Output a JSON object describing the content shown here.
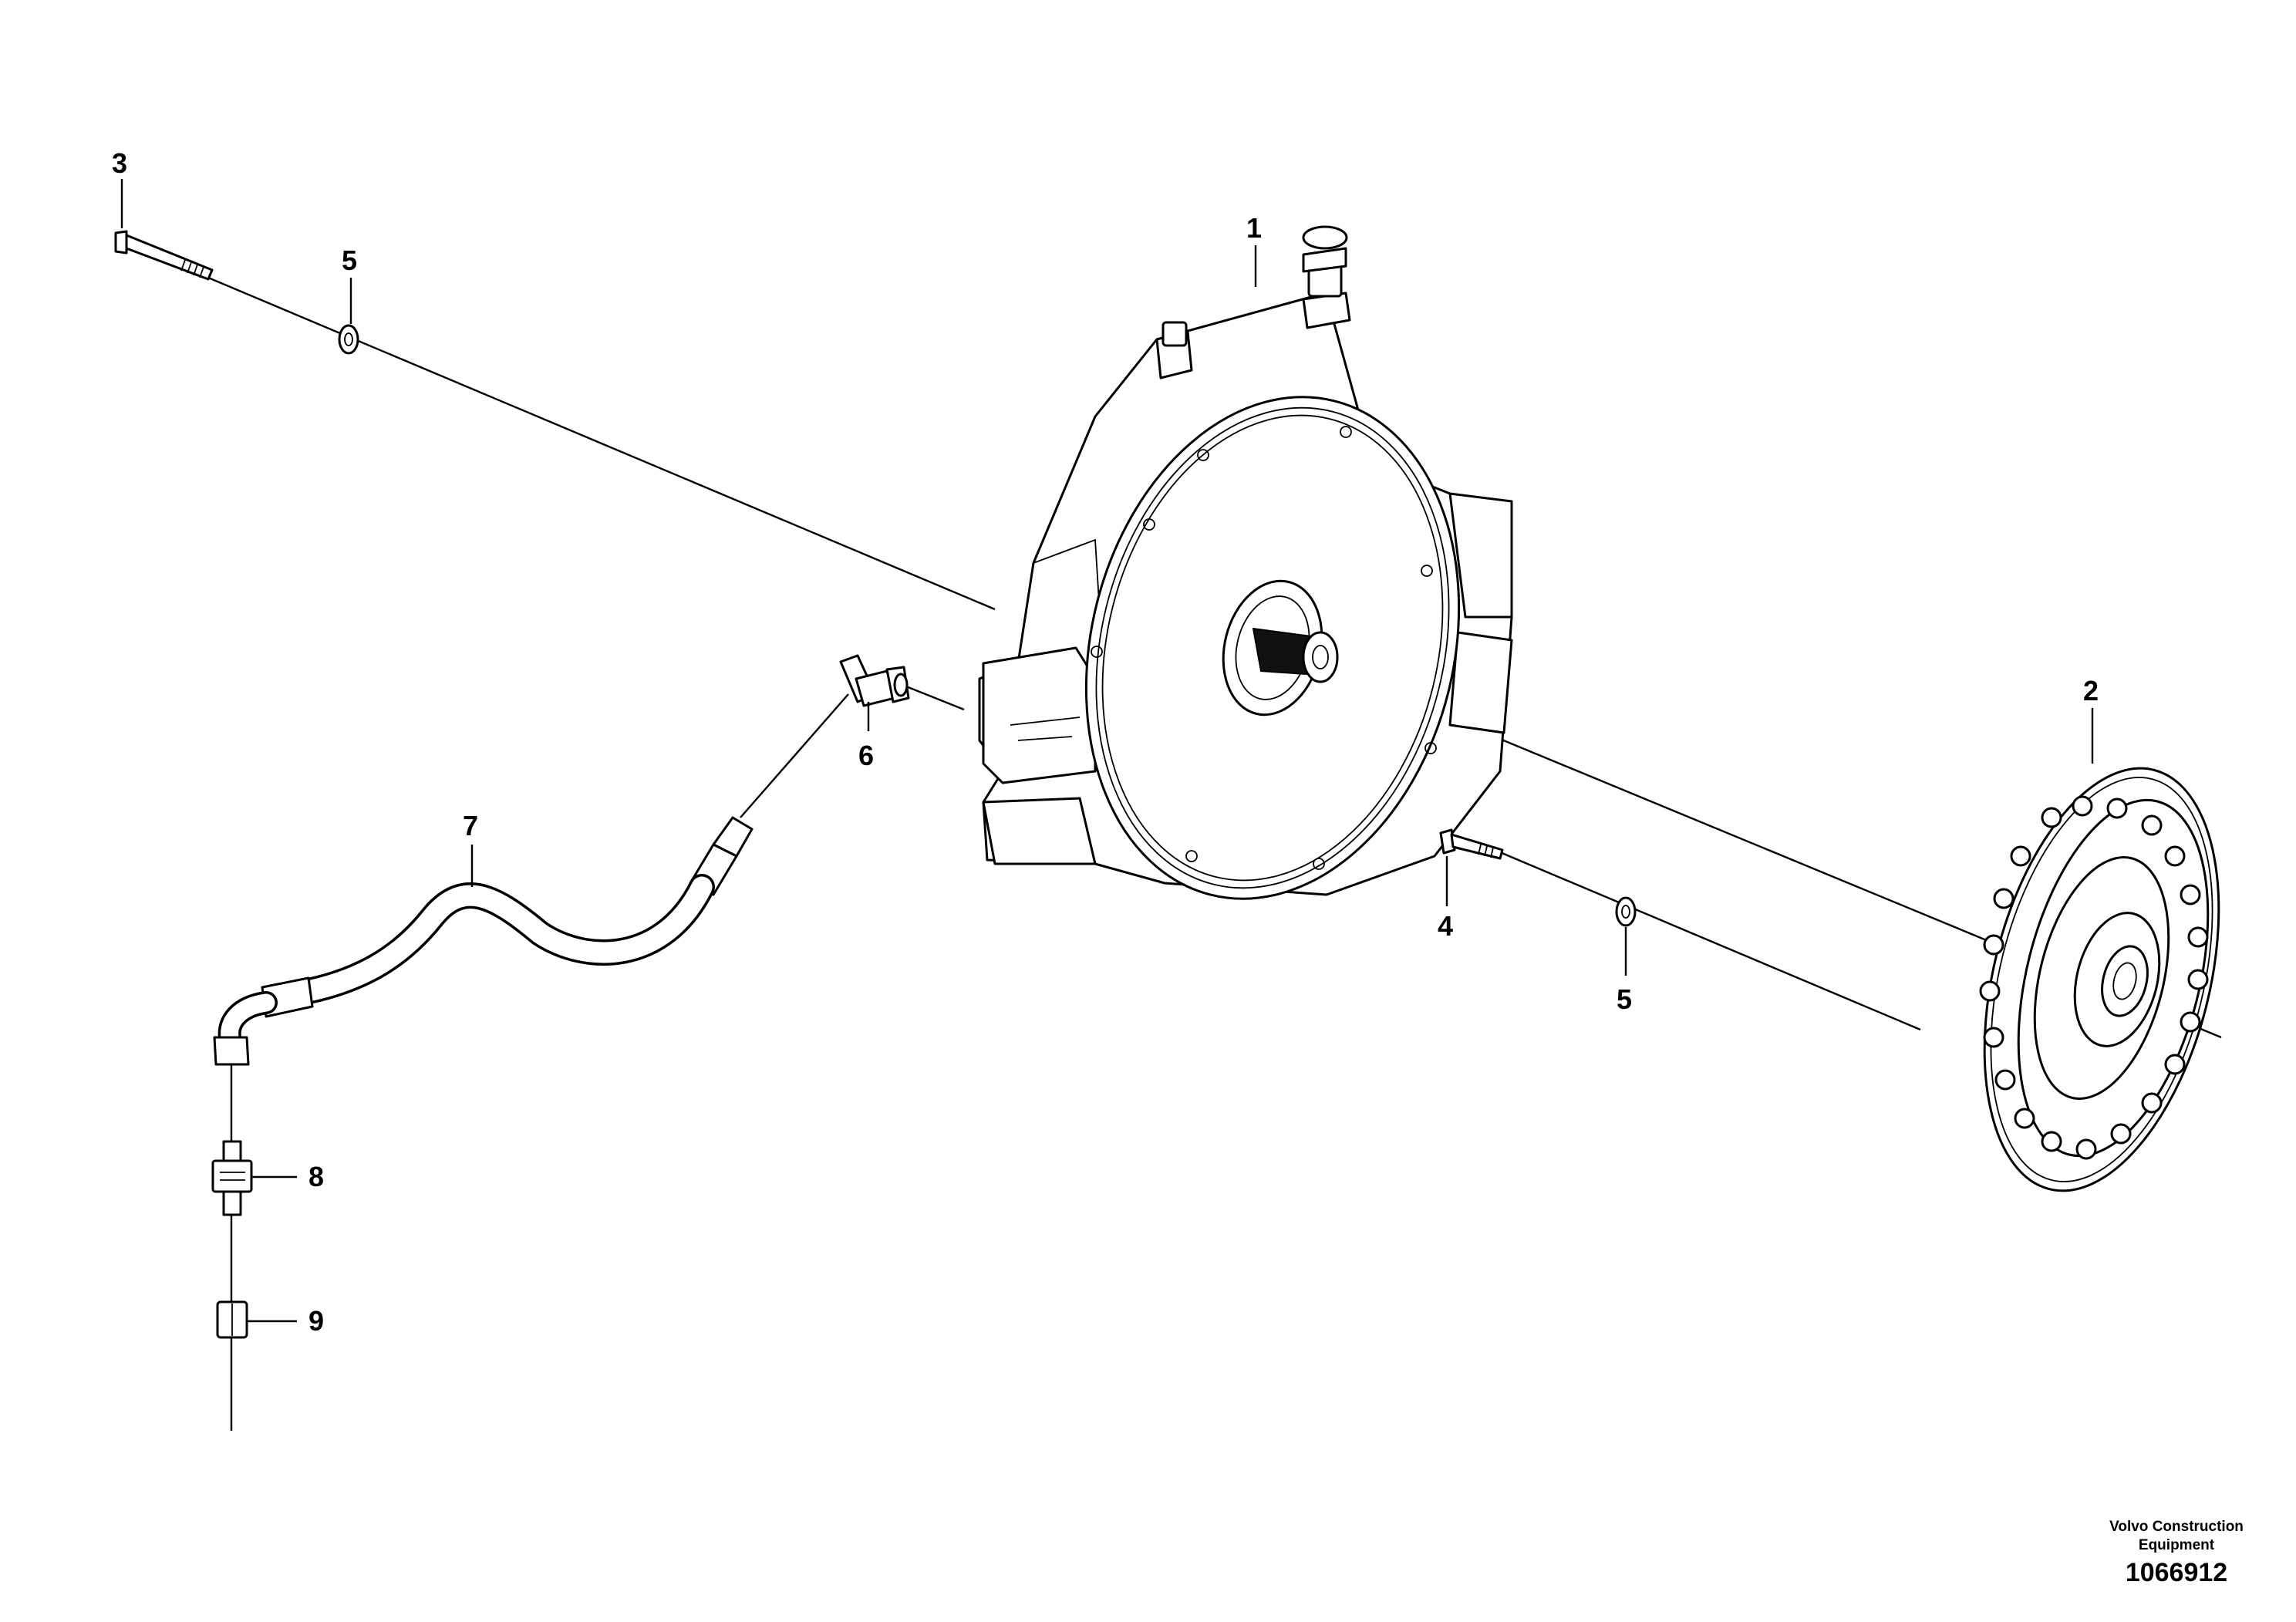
{
  "callouts": {
    "p1": "1",
    "p2": "2",
    "p3": "3",
    "p4": "4",
    "p5a": "5",
    "p5b": "5",
    "p6": "6",
    "p7": "7",
    "p8": "8",
    "p9": "9"
  },
  "footer": {
    "brand_line1": "Volvo Construction",
    "brand_line2": "Equipment",
    "doc_number": "1066912"
  }
}
